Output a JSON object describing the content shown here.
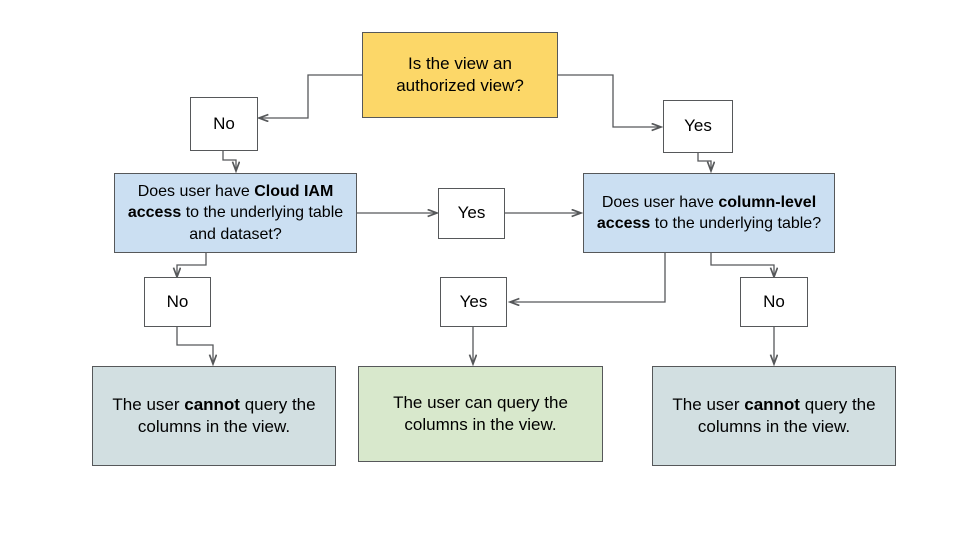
{
  "diagram": {
    "title": "Authorized view and column-level access decision flow",
    "colors": {
      "decision_main_fill": "#fcd768",
      "decision_sub_fill": "#cbdff2",
      "label_fill": "#ffffff",
      "result_deny_fill": "#d2dfe1",
      "result_allow_fill": "#d8e8cc",
      "border": "#56585a",
      "text": "#000000",
      "background": "#ffffff"
    },
    "nodes": {
      "q_authorized_view": {
        "line1": "Is the view an",
        "line2": "authorized view?",
        "type": "decision"
      },
      "branch_no_top": {
        "label": "No",
        "type": "branch-label"
      },
      "branch_yes_top": {
        "label": "Yes",
        "type": "branch-label"
      },
      "q_cloud_iam": {
        "part1": "Does user have ",
        "bold1": "Cloud IAM",
        "part2": " ",
        "bold2": "access",
        "part3": " to the underlying table and dataset?",
        "type": "decision"
      },
      "branch_yes_middle": {
        "label": "Yes",
        "type": "branch-label"
      },
      "q_column_level": {
        "part1": "Does user have ",
        "bold1": "column-level access",
        "part2": " to the underlying table?",
        "type": "decision"
      },
      "branch_no_left": {
        "label": "No",
        "type": "branch-label"
      },
      "branch_yes_bottom": {
        "label": "Yes",
        "type": "branch-label"
      },
      "branch_no_right": {
        "label": "No",
        "type": "branch-label"
      },
      "result_deny_left": {
        "part1": "The user ",
        "bold1": "cannot",
        "part2": " query the columns in the view.",
        "type": "result"
      },
      "result_allow": {
        "text": "The user can query the columns in the view.",
        "type": "result"
      },
      "result_deny_right": {
        "part1": "The user ",
        "bold1": "cannot",
        "part2": " query the columns in the view.",
        "type": "result"
      }
    }
  }
}
